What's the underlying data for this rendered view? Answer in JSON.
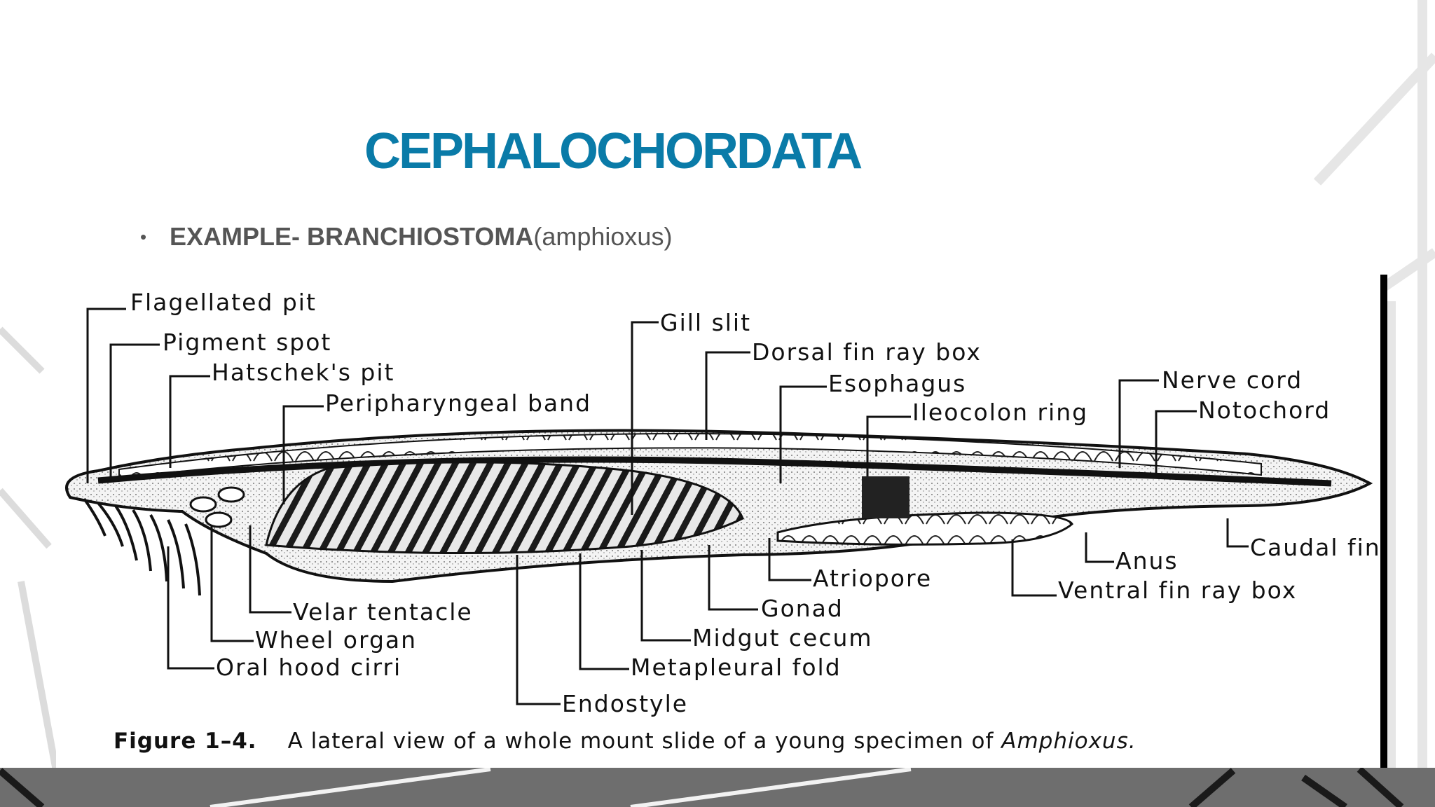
{
  "slide": {
    "title": "CEPHALOCHORDATA",
    "bullet_bold": "EXAMPLE- BRANCHIOSTOMA",
    "bullet_rest": "(amphioxus)"
  },
  "figure": {
    "labels": {
      "flagellated_pit": "Flagellated pit",
      "pigment_spot": "Pigment spot",
      "hatscheks_pit": "Hatschek's pit",
      "peripharyngeal_band": "Peripharyngeal band",
      "gill_slit": "Gill slit",
      "dorsal_fin_ray_box": "Dorsal fin ray box",
      "esophagus": "Esophagus",
      "ileocolon_ring": "Ileocolon ring",
      "nerve_cord": "Nerve cord",
      "notochord": "Notochord",
      "caudal_fin": "Caudal fin",
      "anus": "Anus",
      "ventral_fin_ray_box": "Ventral fin ray box",
      "atriopore": "Atriopore",
      "gonad": "Gonad",
      "midgut_cecum": "Midgut cecum",
      "metapleural_fold": "Metapleural fold",
      "endostyle": "Endostyle",
      "velar_tentacle": "Velar tentacle",
      "wheel_organ": "Wheel organ",
      "oral_hood_cirri": "Oral hood cirri"
    },
    "caption_number": "Figure 1–4.",
    "caption_text": "A lateral view of a whole mount slide of a young specimen of ",
    "caption_italic": "Amphioxus."
  }
}
